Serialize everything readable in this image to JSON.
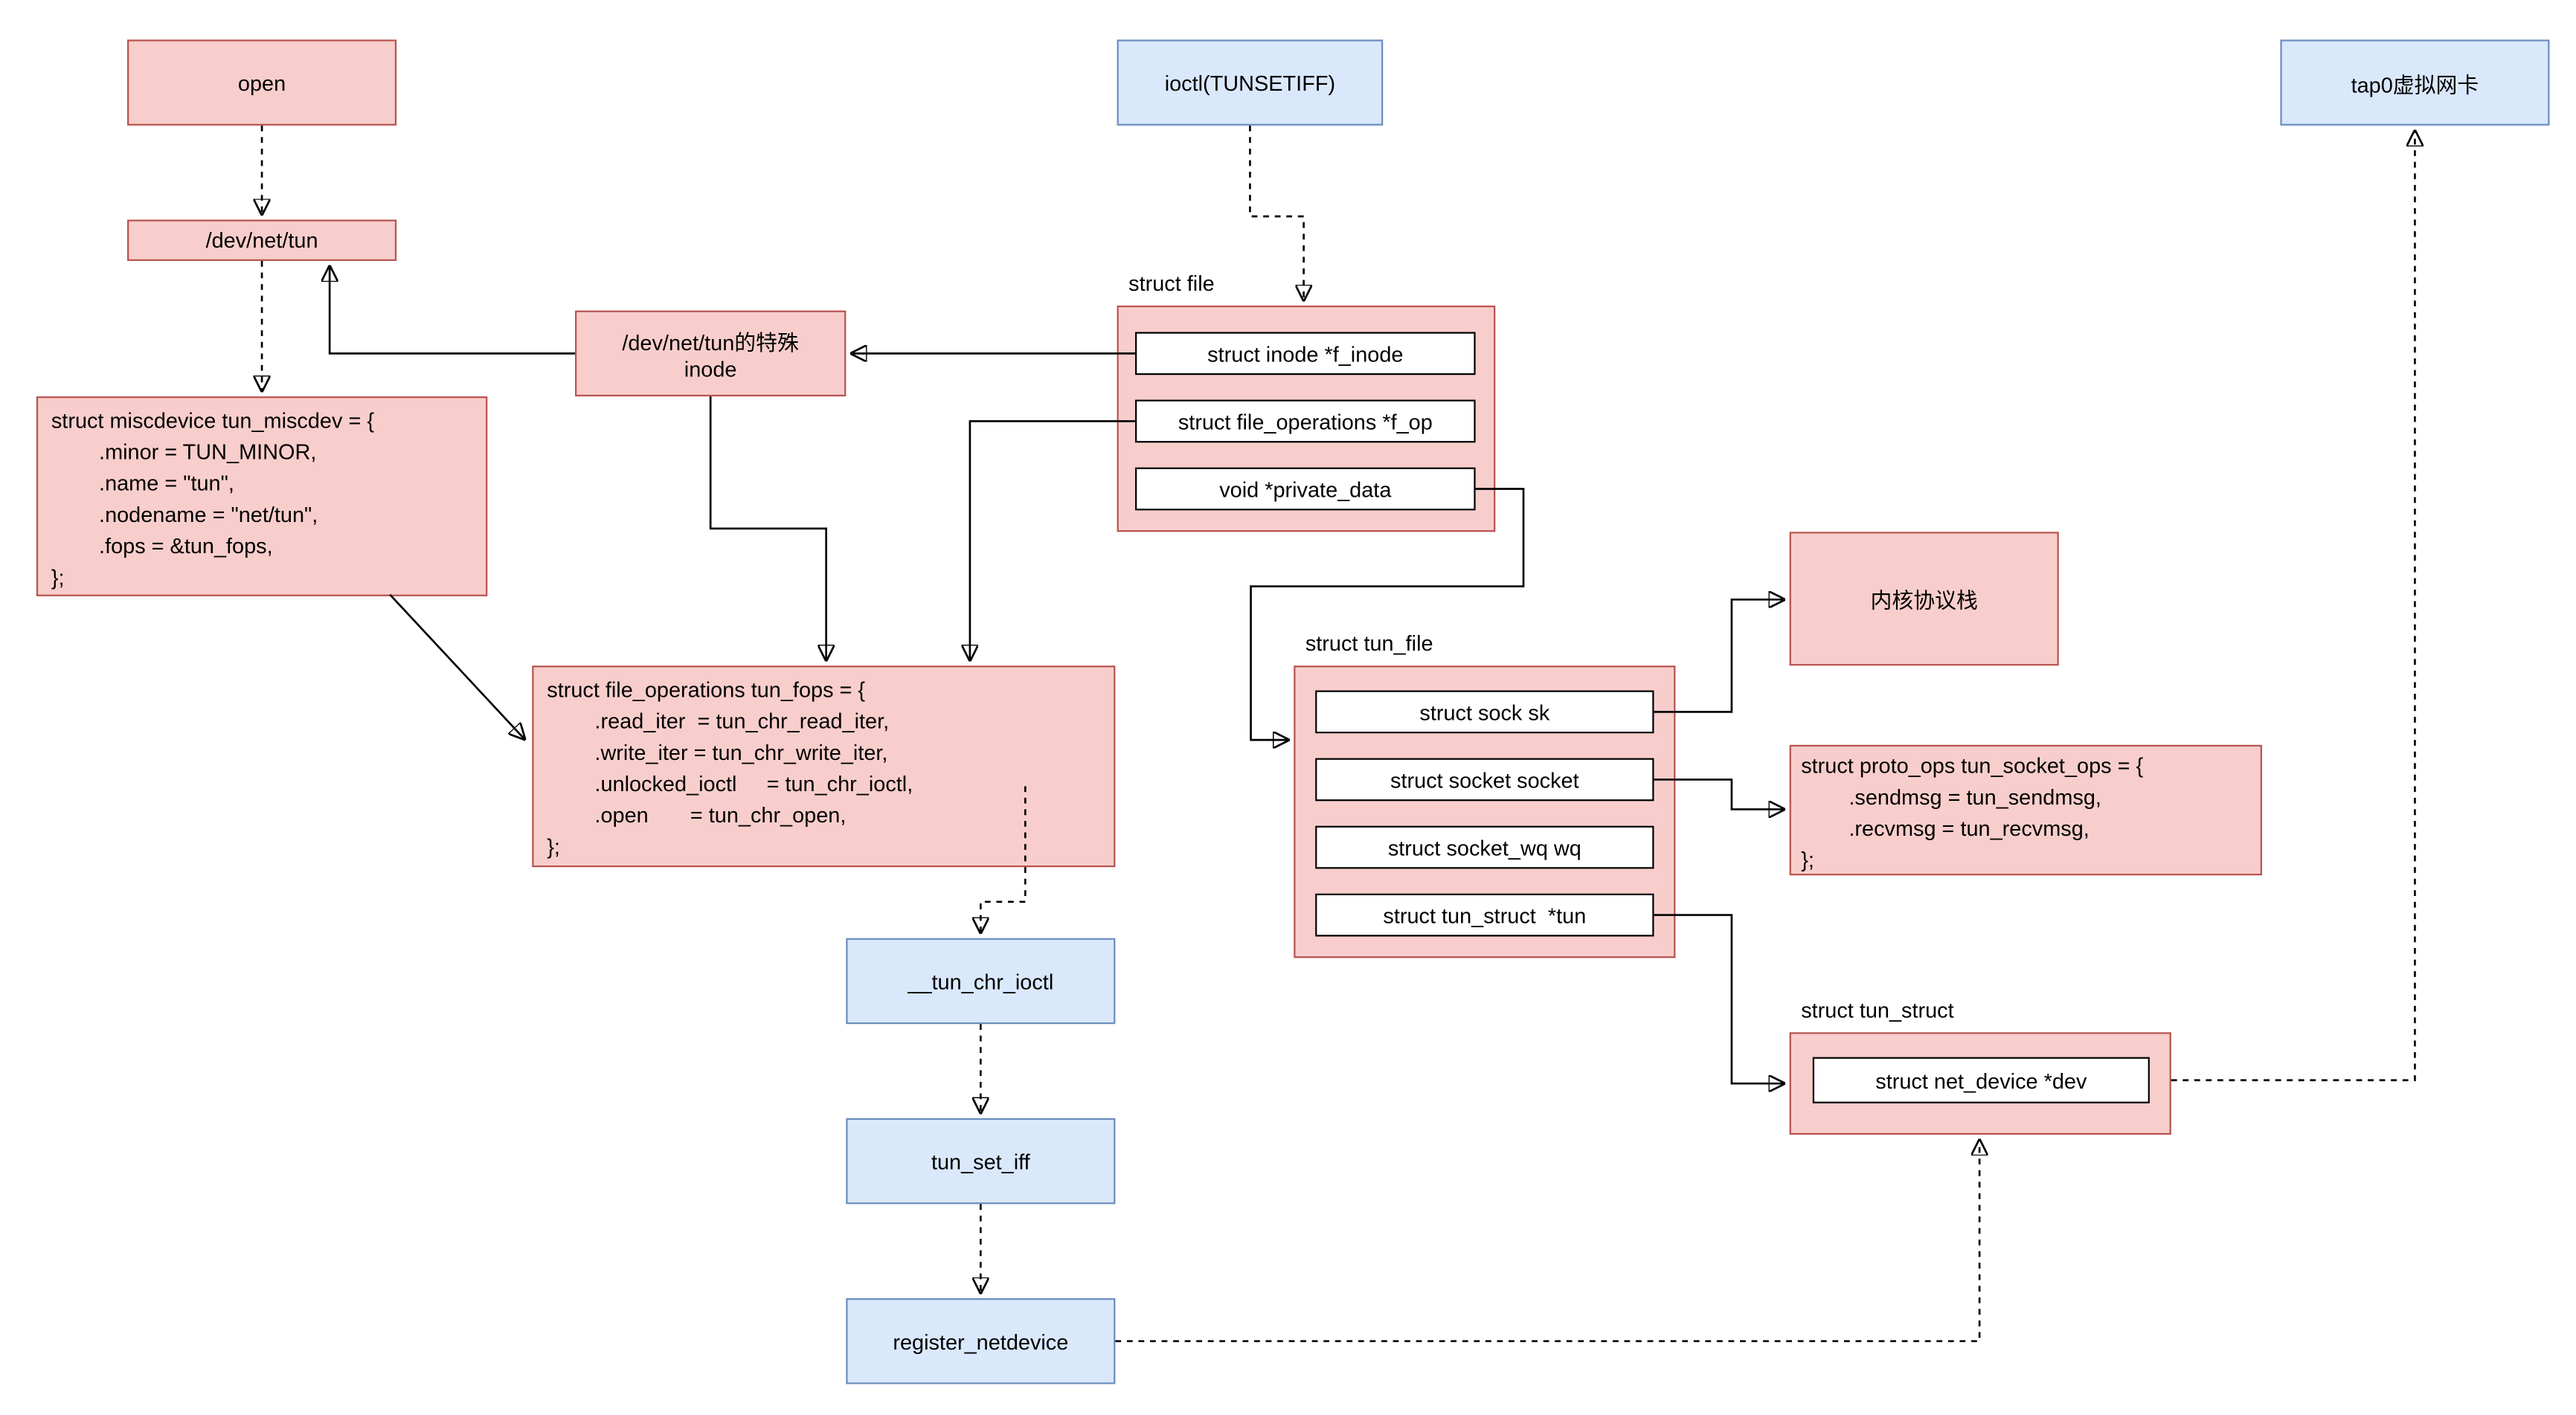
{
  "colors": {
    "pink_fill": "#f8cecc",
    "pink_border": "#b85450",
    "blue_fill": "#dae8fc",
    "blue_border": "#6c8ebf",
    "field_fill": "#ffffff",
    "line_color": "#000000"
  },
  "nodes": {
    "open": "open",
    "dev_net_tun": "/dev/net/tun",
    "miscdev_code": "struct miscdevice tun_miscdev = {\n        .minor = TUN_MINOR,\n        .name = \"tun\",\n        .nodename = \"net/tun\",\n        .fops = &tun_fops,\n};",
    "special_inode": "/dev/net/tun的特殊\ninode",
    "ioctl": "ioctl(TUNSETIFF)",
    "struct_file": {
      "title": "struct file",
      "fields": [
        "struct inode *f_inode",
        "struct file_operations *f_op",
        "void *private_data"
      ]
    },
    "tun_fops_code": "struct file_operations tun_fops = {\n        .read_iter  = tun_chr_read_iter,\n        .write_iter = tun_chr_write_iter,\n        .unlocked_ioctl     = tun_chr_ioctl,\n        .open       = tun_chr_open,\n};",
    "tun_chr_ioctl": "__tun_chr_ioctl",
    "tun_set_iff": "tun_set_iff",
    "register_netdevice": "register_netdevice",
    "tun_file": {
      "title": "struct tun_file",
      "fields": [
        "struct sock sk",
        "struct socket socket",
        "struct socket_wq wq",
        "struct tun_struct  *tun"
      ]
    },
    "kernel_stack": "内核协议栈",
    "proto_ops_code": "struct proto_ops tun_socket_ops = {\n        .sendmsg = tun_sendmsg,\n        .recvmsg = tun_recvmsg,\n};",
    "tun_struct": {
      "title": "struct tun_struct",
      "fields": [
        "struct net_device *dev"
      ]
    },
    "tap0": "tap0虚拟网卡"
  }
}
